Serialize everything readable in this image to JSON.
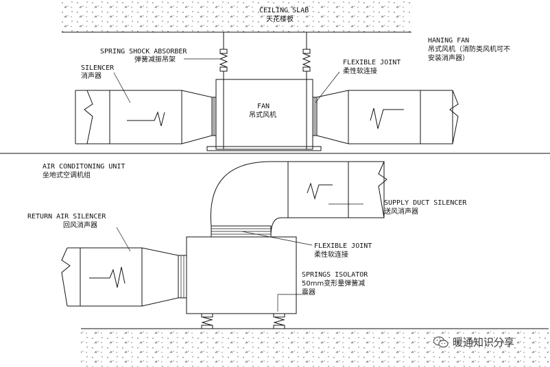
{
  "labels": {
    "ceiling_slab_en": "CEILING SLAB",
    "ceiling_slab_cn": "天花楼板",
    "spring_shock_en": "SPRING SHOCK ABSORBER",
    "spring_shock_cn": "弹簧减振吊架",
    "silencer_en": "SILENCER",
    "silencer_cn": "消声器",
    "flexible_joint_top_en": "FLEXIBLE JOINT",
    "flexible_joint_top_cn": "柔性软连接",
    "haning_fan_en": "HANING FAN",
    "haning_fan_cn1": "吊式风机（消防类风机可不",
    "haning_fan_cn2": "安装消声器）",
    "fan_en": "FAN",
    "fan_cn": "吊式风机",
    "ahu_en": "AIR CONDITONING UNIT",
    "ahu_cn": "坐地式空调机组",
    "supply_silencer_en": "SUPPLY DUCT SILENCER",
    "supply_silencer_cn": "送风消声器",
    "return_silencer_en": "RETURN AIR SILENCER",
    "return_silencer_cn": "回风消声器",
    "flexible_joint_bottom_en": "FLEXIBLE JOINT",
    "flexible_joint_bottom_cn": "柔性软连接",
    "springs_isolator_en": "SPRINGS ISOLATOR",
    "springs_isolator_cn1": "50mm变形量弹簧减",
    "springs_isolator_cn2": "震器"
  },
  "watermark": {
    "text": "暖通知识分享",
    "icon": "wechat-icon"
  }
}
